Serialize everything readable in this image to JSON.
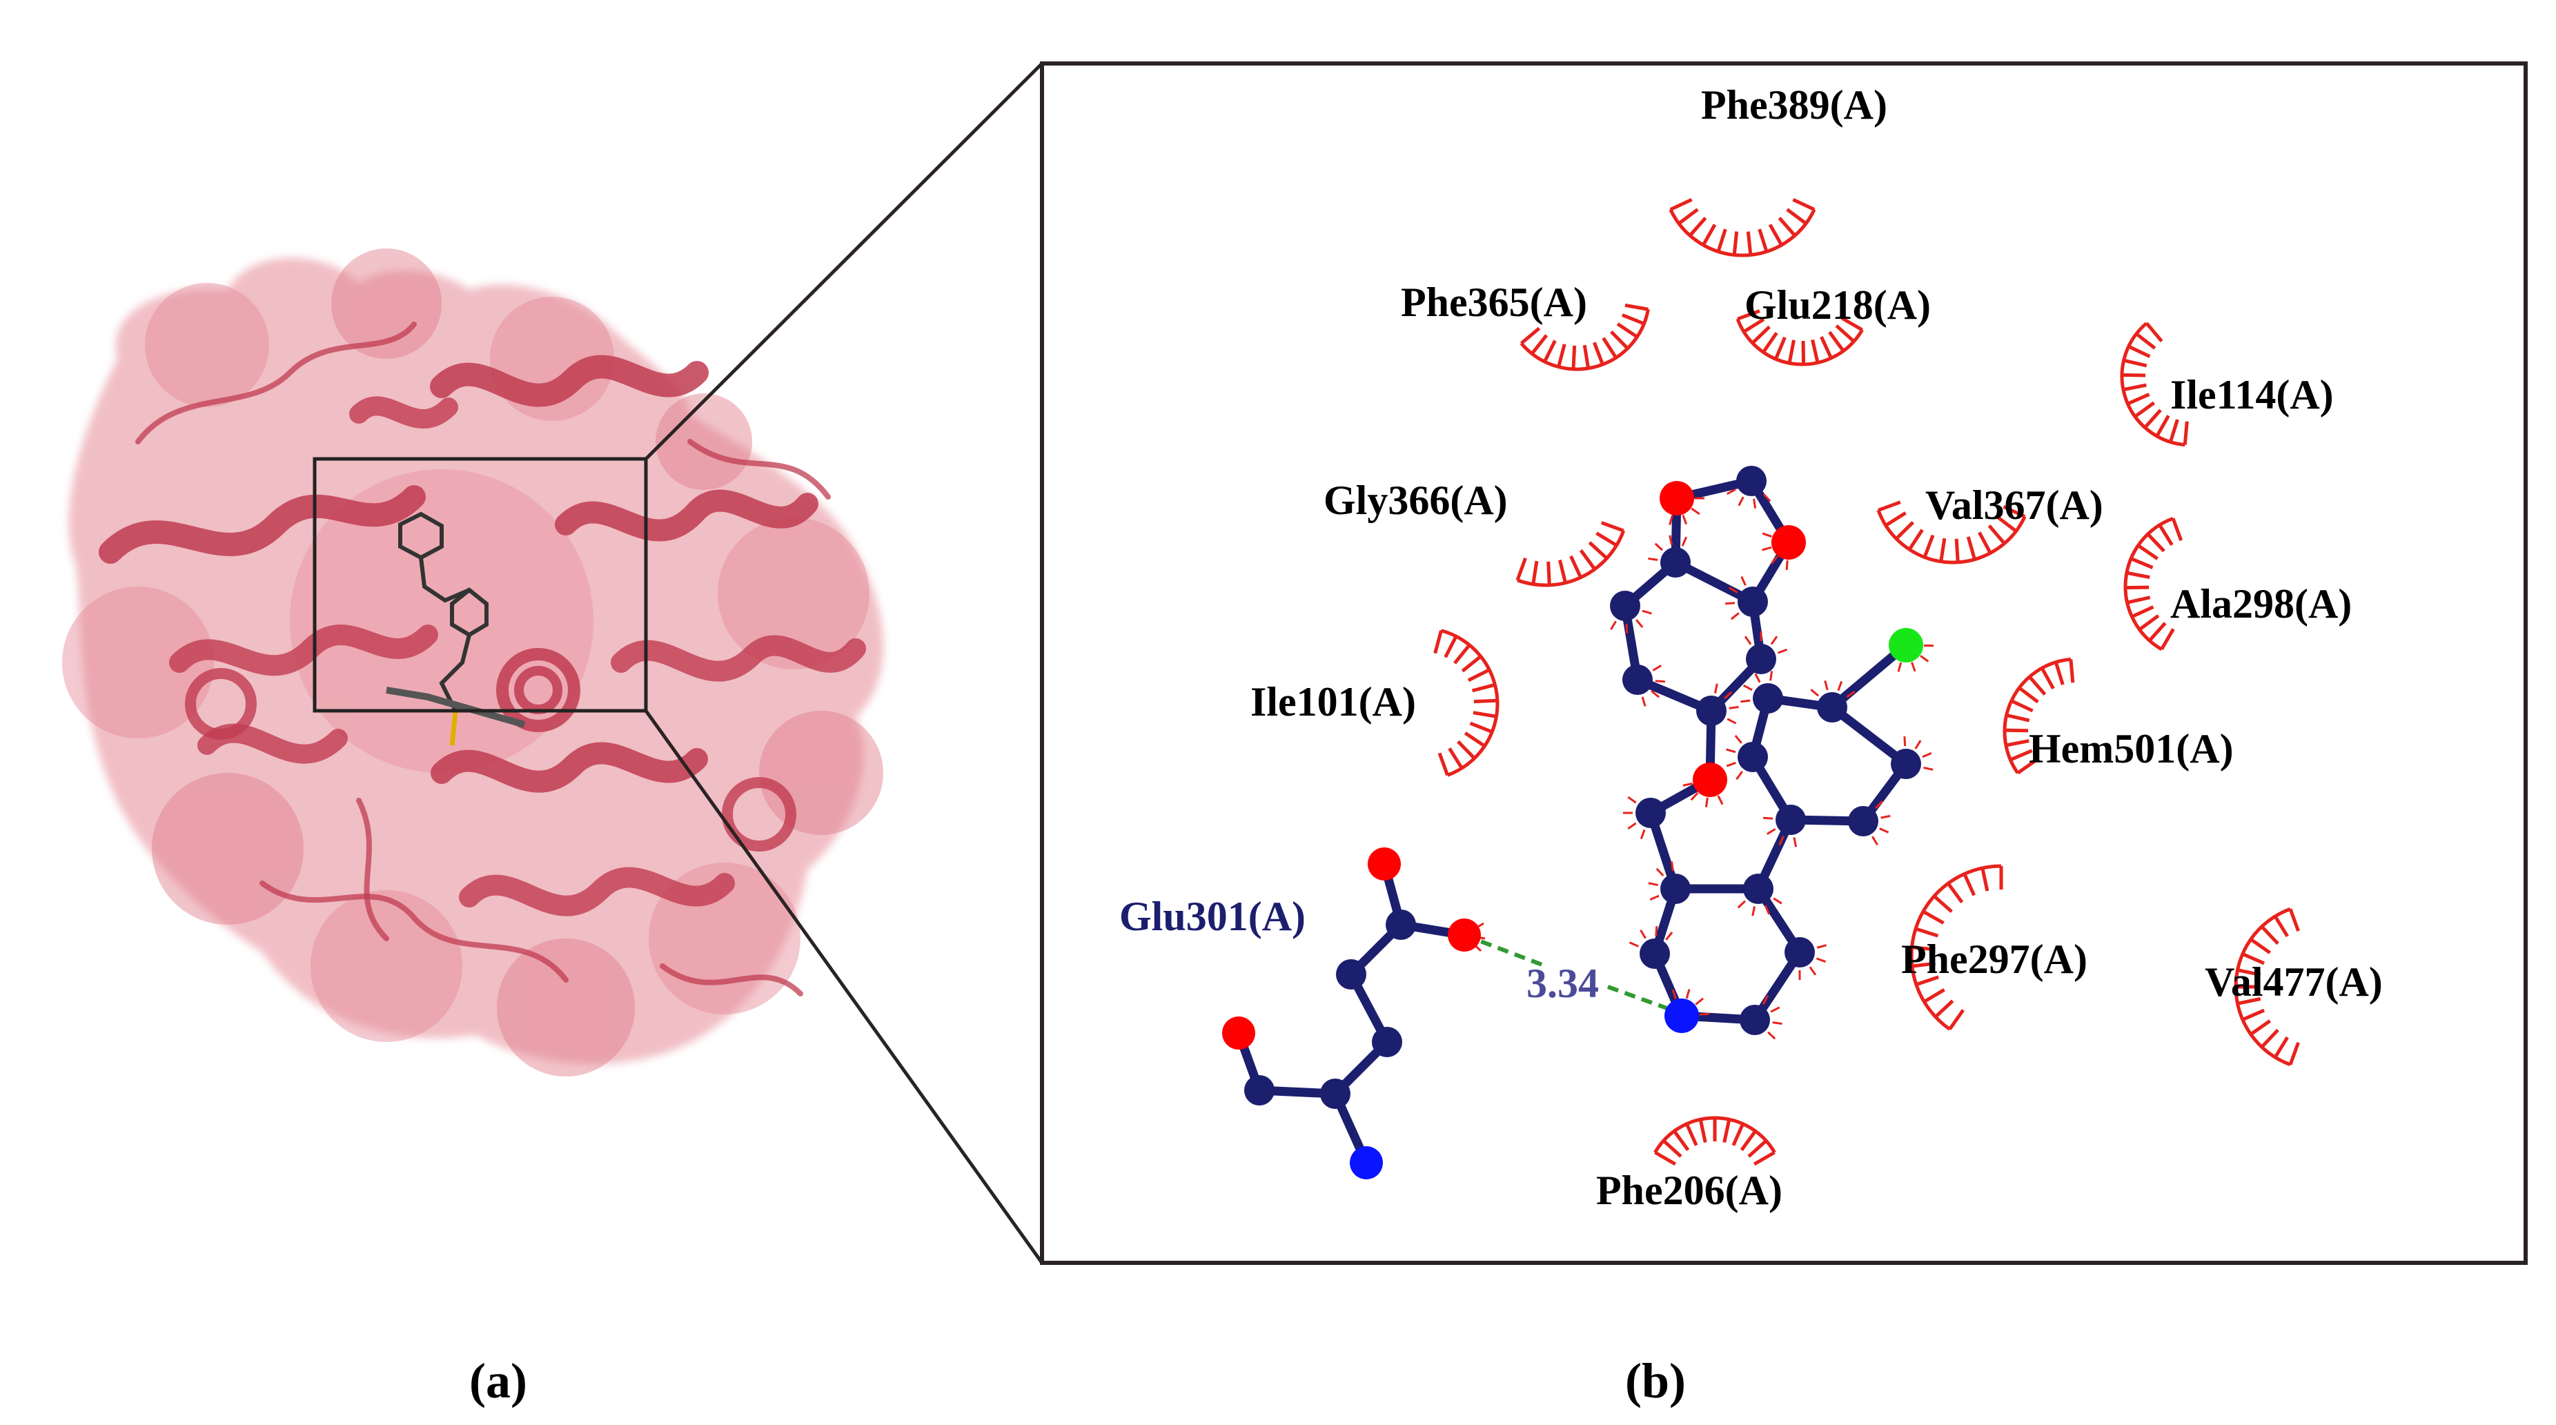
{
  "panels": {
    "a_label": "(a)",
    "b_label": "(b)"
  },
  "colors": {
    "protein": "#c8485a",
    "protein_surface": "#e58a96",
    "ligand": "#1c1f6e",
    "oxygen": "#ff0000",
    "nitrogen": "#0a14ff",
    "chlorine": "#19e619",
    "hydrophobic": "#e8221c",
    "hbond": "#2f9a2f",
    "hbond_residue_label": "#1c1f6e",
    "hbond_distance_label": "#4b4b9a"
  },
  "residues": [
    {
      "id": "phe389",
      "label": "Phe389(A)"
    },
    {
      "id": "phe365",
      "label": "Phe365(A)"
    },
    {
      "id": "glu218",
      "label": "Glu218(A)"
    },
    {
      "id": "ile114",
      "label": "Ile114(A)"
    },
    {
      "id": "gly366",
      "label": "Gly366(A)"
    },
    {
      "id": "val367",
      "label": "Val367(A)"
    },
    {
      "id": "ala298",
      "label": "Ala298(A)"
    },
    {
      "id": "ile101",
      "label": "Ile101(A)"
    },
    {
      "id": "hem501",
      "label": "Hem501(A)"
    },
    {
      "id": "phe297",
      "label": "Phe297(A)"
    },
    {
      "id": "val477",
      "label": "Val477(A)"
    },
    {
      "id": "phe206",
      "label": "Phe206(A)"
    }
  ],
  "hbond": {
    "residue_label": "Glu301(A)",
    "distance_label": "3.34"
  }
}
